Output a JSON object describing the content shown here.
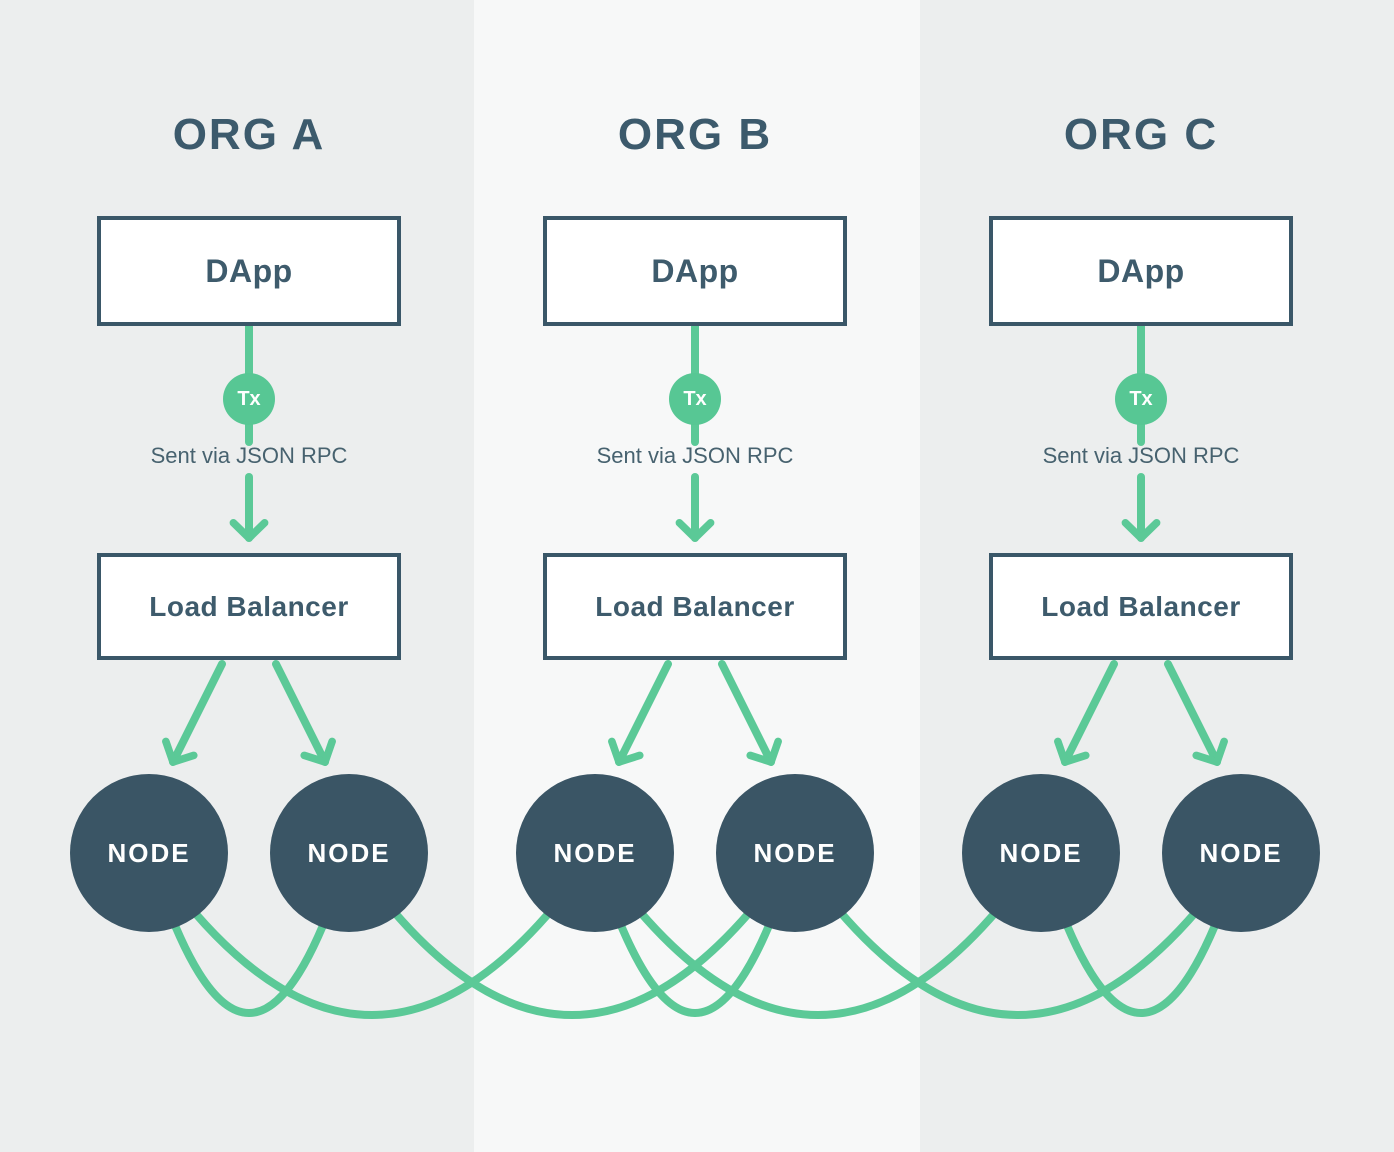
{
  "colors": {
    "accent_green": "#5BC997",
    "tx_circle_green": "#57C794",
    "dark_slate_border": "#3A5768",
    "node_fill": "#3A5565",
    "heading_text": "#3C5A6C",
    "muted_label_text": "#47626F",
    "bg_side_column": "#ECEEEE",
    "bg_middle_column": "#F7F8F8",
    "box_background": "#FFFFFF"
  },
  "orgs": [
    {
      "title": "ORG A",
      "dapp_label": "DApp",
      "tx_label": "Tx",
      "rpc_label": "Sent via JSON RPC",
      "lb_label": "Load Balancer",
      "nodes": [
        "NODE",
        "NODE"
      ]
    },
    {
      "title": "ORG B",
      "dapp_label": "DApp",
      "tx_label": "Tx",
      "rpc_label": "Sent via JSON RPC",
      "lb_label": "Load Balancer",
      "nodes": [
        "NODE",
        "NODE"
      ]
    },
    {
      "title": "ORG C",
      "dapp_label": "DApp",
      "tx_label": "Tx",
      "rpc_label": "Sent via JSON RPC",
      "lb_label": "Load Balancer",
      "nodes": [
        "NODE",
        "NODE"
      ]
    }
  ]
}
